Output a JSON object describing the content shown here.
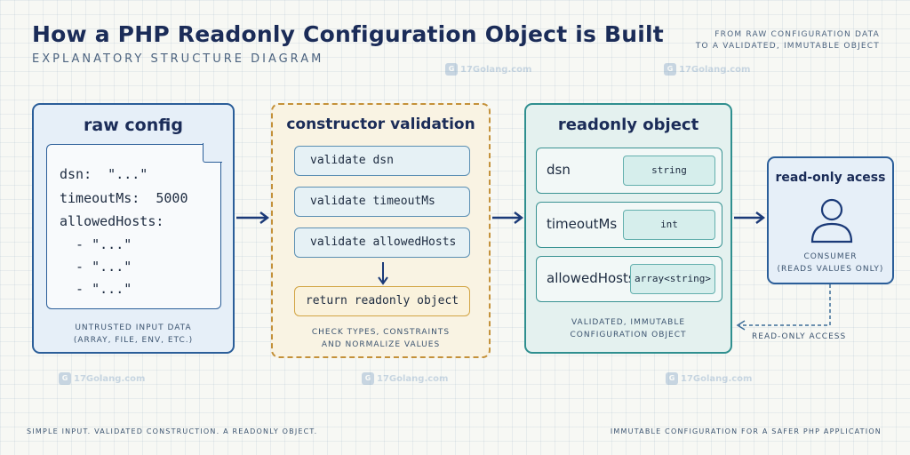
{
  "header": {
    "title": "How a PHP Readonly Configuration Object is Built",
    "subtitle": "EXPLANATORY STRUCTURE DIAGRAM",
    "tagline_line1": "FROM RAW CONFIGURATION DATA",
    "tagline_line2": "TO A VALIDATED, IMMUTABLE OBJECT"
  },
  "raw_config": {
    "title": "raw config",
    "lines": [
      "dsn:  \"...\"",
      "timeoutMs:  5000",
      "allowedHosts:",
      "  - \"...\"",
      "  - \"...\"",
      "  - \"...\""
    ],
    "caption_line1": "UNTRUSTED INPUT DATA",
    "caption_line2": "(ARRAY, FILE, ENV, ETC.)"
  },
  "constructor": {
    "title": "constructor validation",
    "steps": [
      "validate dsn",
      "validate timeoutMs",
      "validate allowedHosts"
    ],
    "return_step": "return readonly object",
    "caption_line1": "CHECK TYPES, CONSTRAINTS",
    "caption_line2": "AND NORMALIZE VALUES"
  },
  "readonly_object": {
    "title": "readonly object",
    "properties": [
      {
        "name": "dsn",
        "type": "string"
      },
      {
        "name": "timeoutMs",
        "type": "int"
      },
      {
        "name": "allowedHosts",
        "type": "array<string>"
      }
    ],
    "caption_line1": "VALIDATED, IMMUTABLE",
    "caption_line2": "CONFIGURATION OBJECT"
  },
  "consumer": {
    "title": "read-only acess",
    "label": "CONSUMER",
    "sublabel": "(READS VALUES ONLY)",
    "icon": "user-icon"
  },
  "access_label": "READ-ONLY ACCESS",
  "footer": {
    "left": "SIMPLE INPUT. VALIDATED CONSTRUCTION. A READONLY OBJECT.",
    "right": "IMMUTABLE CONFIGURATION FOR A SAFER PHP APPLICATION"
  },
  "watermark": "17Golang.com",
  "colors": {
    "navy": "#1b2c58",
    "blue": "#2b5e99",
    "amber": "#c4913a",
    "teal": "#2f8f8f"
  }
}
